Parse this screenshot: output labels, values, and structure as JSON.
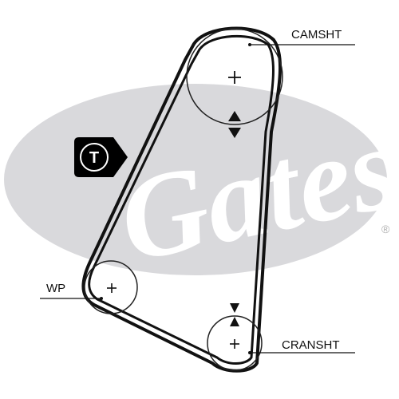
{
  "watermark": {
    "brand": "Gates",
    "registered_mark": "®",
    "color": "#d9d9dc",
    "letter_color": "#ffffff"
  },
  "pulleys": {
    "camshaft": {
      "label": "CAMSHT"
    },
    "water_pump": {
      "label": "WP"
    },
    "crankshaft": {
      "label": "CRANSHT"
    }
  },
  "tensioner": {
    "label": "T"
  },
  "colors": {
    "belt": "#111111",
    "pulley_outline": "#222222",
    "tensioner_fill": "#000000",
    "text": "#111111"
  }
}
